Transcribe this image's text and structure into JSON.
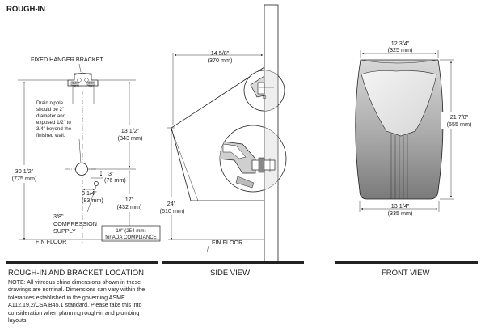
{
  "header": {
    "title": "ROUGH-IN"
  },
  "rough_in": {
    "hanger_label": "FIXED HANGER BRACKET",
    "tab_left": [
      "3x8",
      "SKU"
    ],
    "tab_right": [
      "3x8",
      "SKU"
    ],
    "drain_note": [
      "Drain nipple",
      "should be 2\"",
      "diameter and",
      "exposed 1/2\" to",
      "3/4\" beyond the",
      "finished wall."
    ],
    "dim_13_5": [
      "13 1/2\"",
      "(343 mm)"
    ],
    "dim_30_5": [
      "30 1/2\"",
      "(775 mm)"
    ],
    "dim_3": [
      "3\"",
      "(76 mm)"
    ],
    "dim_3_25": [
      "3 1/4\"",
      "(83 mm)"
    ],
    "dim_17": [
      "17\"",
      "(432 mm)"
    ],
    "supply": [
      "3/8\"",
      "COMPRESSION",
      "SUPPLY"
    ],
    "ada_box": [
      "10\" (254 mm)",
      "for ADA COMPLIANCE"
    ],
    "fin_floor": "FIN FLOOR",
    "section_title": "ROUGH-IN AND BRACKET LOCATION",
    "note": "NOTE: All vitreous china dimensions shown in these drawings are nominal. Dimensions can vary within the tolerances established in the governing ASME A112.19.2/CSA B45.1 standard. Please take this into consideration when planning rough-in and plumbing layouts."
  },
  "side_view": {
    "dim_depth": [
      "14 5/8\"",
      "(370 mm)"
    ],
    "dim_height": [
      "24\"",
      "(610 mm)"
    ],
    "fin_floor": "FIN FLOOR",
    "section_title": "SIDE VIEW"
  },
  "front_view": {
    "dim_width_top": [
      "12 3/4\"",
      "(325 mm)"
    ],
    "dim_height": [
      "21 7/8\"",
      "(555 mm)"
    ],
    "dim_width_bottom": [
      "13 1/4\"",
      "(335 mm)"
    ],
    "section_title": "FRONT VIEW"
  }
}
